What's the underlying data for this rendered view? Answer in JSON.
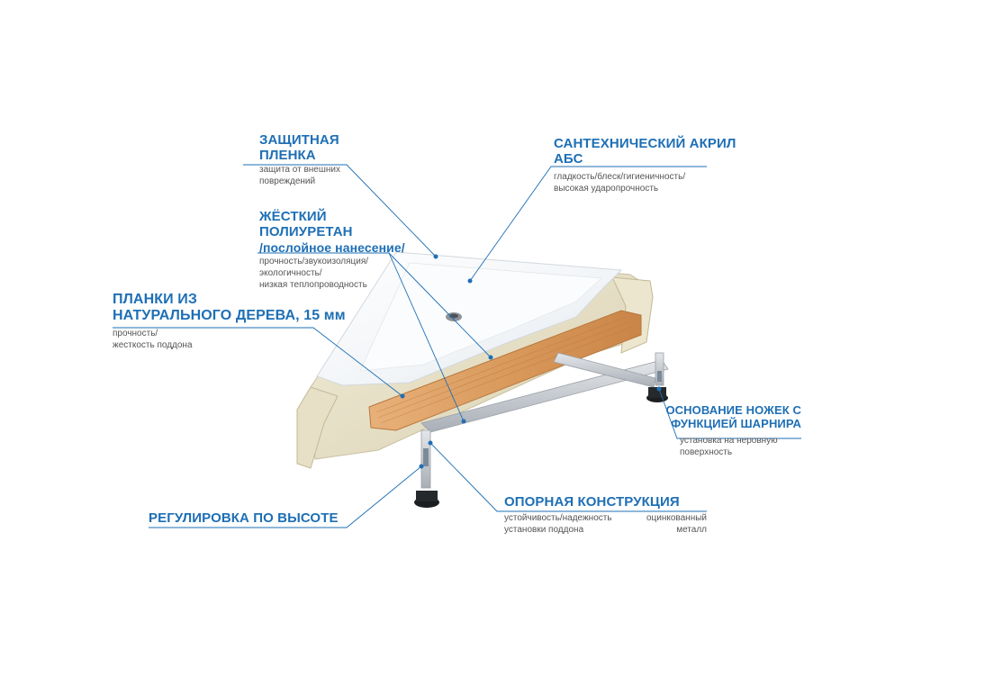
{
  "labels": {
    "protective_film": {
      "title": [
        "ЗАЩИТНАЯ",
        "ПЛЕНКА"
      ],
      "desc": [
        "защита от внешних",
        "повреждений"
      ]
    },
    "acrylic": {
      "title": [
        "САНТЕХНИЧЕСКИЙ АКРИЛ",
        "АБС"
      ],
      "desc": [
        "гладкость/блеск/гигиеничность/",
        "высокая ударопрочность"
      ]
    },
    "polyurethane": {
      "title": [
        "ЖЁСТКИЙ",
        "ПОЛИУРЕТАН"
      ],
      "subtitle": "/послойное нанесение/",
      "desc": [
        "прочность/звукоизоляция/",
        "экологичность/",
        "низкая теплопроводность"
      ]
    },
    "wood_planks": {
      "title": [
        "ПЛАНКИ ИЗ",
        "НАТУРАЛЬНОГО ДЕРЕВА, 15 мм"
      ],
      "desc": [
        "прочность/",
        "жесткость поддона"
      ]
    },
    "hinge_base": {
      "title": [
        "ОСНОВАНИЕ НОЖЕК С",
        "ФУНКЦИЕЙ ШАРНИРА"
      ],
      "desc": [
        "установка на неровную",
        "поверхность"
      ]
    },
    "height_adjust": {
      "title": [
        "РЕГУЛИРОВКА ПО ВЫСОТЕ"
      ]
    },
    "support_frame": {
      "title": [
        "ОПОРНАЯ КОНСТРУКЦИЯ"
      ],
      "desc": [
        "устойчивость/надежность",
        "установки поддона"
      ],
      "desc2": [
        "оцинкованный",
        "металл"
      ]
    }
  },
  "colors": {
    "accent": "#1e6fb5",
    "leader": "#1e6fb5",
    "acrylic": "#f4f6f8",
    "polyurethane": "#e8e2cc",
    "wood": "#d9a06a",
    "metal": "#c9cdd2"
  }
}
